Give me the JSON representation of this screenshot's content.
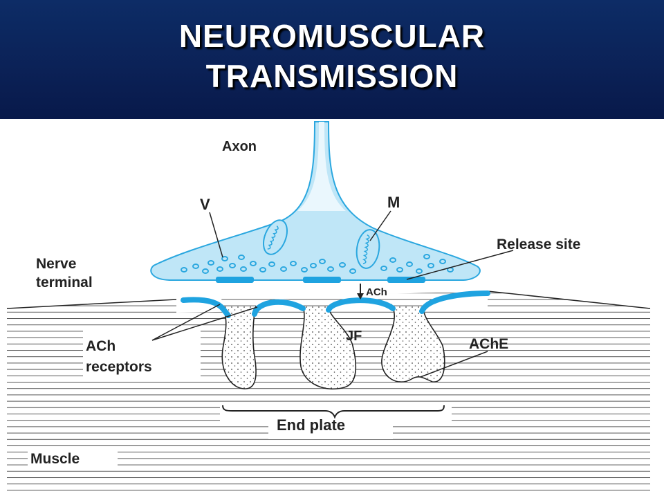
{
  "header": {
    "title_line1": "NEUROMUSCULAR",
    "title_line2": "TRANSMISSION"
  },
  "labels": {
    "axon": "Axon",
    "vesicles": "V",
    "mitochondrion": "M",
    "release_site": "Release site",
    "nerve_terminal_line1": "Nerve",
    "nerve_terminal_line2": "terminal",
    "ach": "ACh",
    "jf": "JF",
    "ach_receptors_line1": "ACh",
    "ach_receptors_line2": "receptors",
    "ache": "AChE",
    "end_plate": "End plate",
    "muscle": "Muscle"
  },
  "colors": {
    "header_bg": "#0b2156",
    "title_text": "#ffffff",
    "nerve_fill": "#bfe6f7",
    "nerve_outline": "#2aa7df",
    "receptor_blue": "#1fa3e0",
    "cleft_fill": "#ffffff",
    "muscle_stripe": "#555555",
    "label_text": "#222222"
  }
}
